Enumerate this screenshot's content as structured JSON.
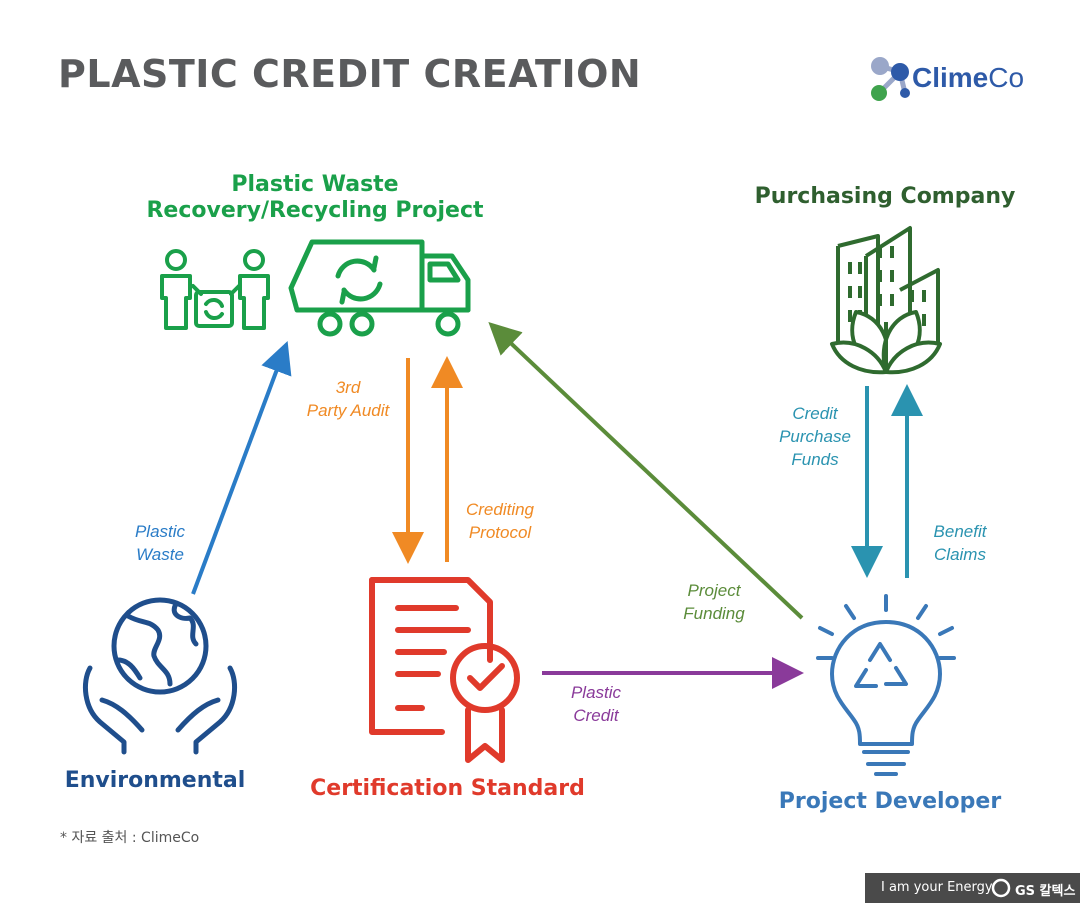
{
  "title": "PLASTIC CREDIT CREATION",
  "logo": {
    "text_a": "Clime",
    "text_b": "Co"
  },
  "nodes": {
    "recovery": {
      "line1": "Plastic Waste",
      "line2": "Recovery/Recycling Project"
    },
    "purchasing": {
      "label": "Purchasing Company"
    },
    "environmental": {
      "label": "Environmental"
    },
    "certification": {
      "label": "Certification Standard"
    },
    "developer": {
      "label": "Project Developer"
    }
  },
  "arrows": {
    "plastic_waste": {
      "line1": "Plastic",
      "line2": "Waste"
    },
    "audit": {
      "line1": "3rd",
      "line2": "Party Audit"
    },
    "crediting": {
      "line1": "Crediting",
      "line2": "Protocol"
    },
    "funding": {
      "line1": "Project",
      "line2": "Funding"
    },
    "plastic_credit": {
      "line1": "Plastic",
      "line2": "Credit"
    },
    "purchase_funds": {
      "line1": "Credit",
      "line2": "Purchase",
      "line3": "Funds"
    },
    "benefit": {
      "line1": "Benefit",
      "line2": "Claims"
    }
  },
  "source_note": "* 자료 출처 : ClimeCo",
  "brand_bar": {
    "slogan": "I am your Energy",
    "brand": "GS 칼텍스"
  },
  "colors": {
    "green": "#1aa04a",
    "dark_green": "#2f6b2f",
    "blue_dark": "#1f4e8c",
    "blue_arrow": "#2a7cc7",
    "orange": "#f08a24",
    "red": "#e03a2b",
    "olive": "#5b8c3a",
    "purple": "#8a3a9a",
    "teal": "#2a93b0",
    "dev_blue": "#3a78b8"
  }
}
